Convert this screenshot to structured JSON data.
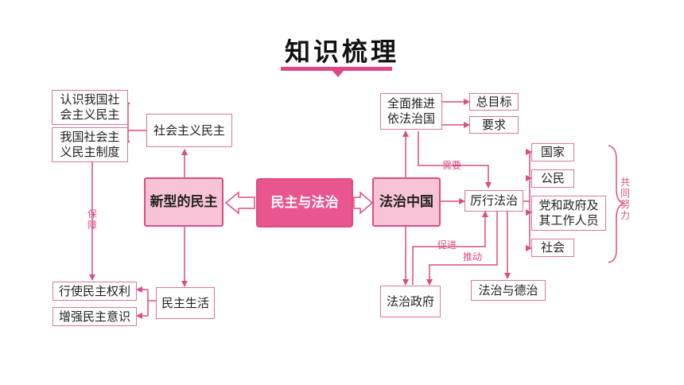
{
  "title": "知识梳理",
  "center": "民主与法治",
  "left": {
    "main": "新型的民主",
    "socialist_democracy": "社会主义民主",
    "know": "认识我国社\n会主义民主",
    "system": "我国社会主\n义民主制度",
    "guarantee": "保障",
    "life": "民主生活",
    "exercise": "行使民主权利",
    "enhance": "增强民主意识"
  },
  "right": {
    "main": "法治中国",
    "comprehensive": "全面推进\n依法治国",
    "goal": "总目标",
    "requirement": "要求",
    "need": "需要",
    "practice": "厉行法治",
    "country": "国家",
    "citizen": "公民",
    "party": "党和政府及\n其工作人员",
    "society": "社会",
    "joint": "共同努力",
    "promote": "促进",
    "drive": "推动",
    "gov": "法治政府",
    "rule_virtue": "法治与德治"
  }
}
